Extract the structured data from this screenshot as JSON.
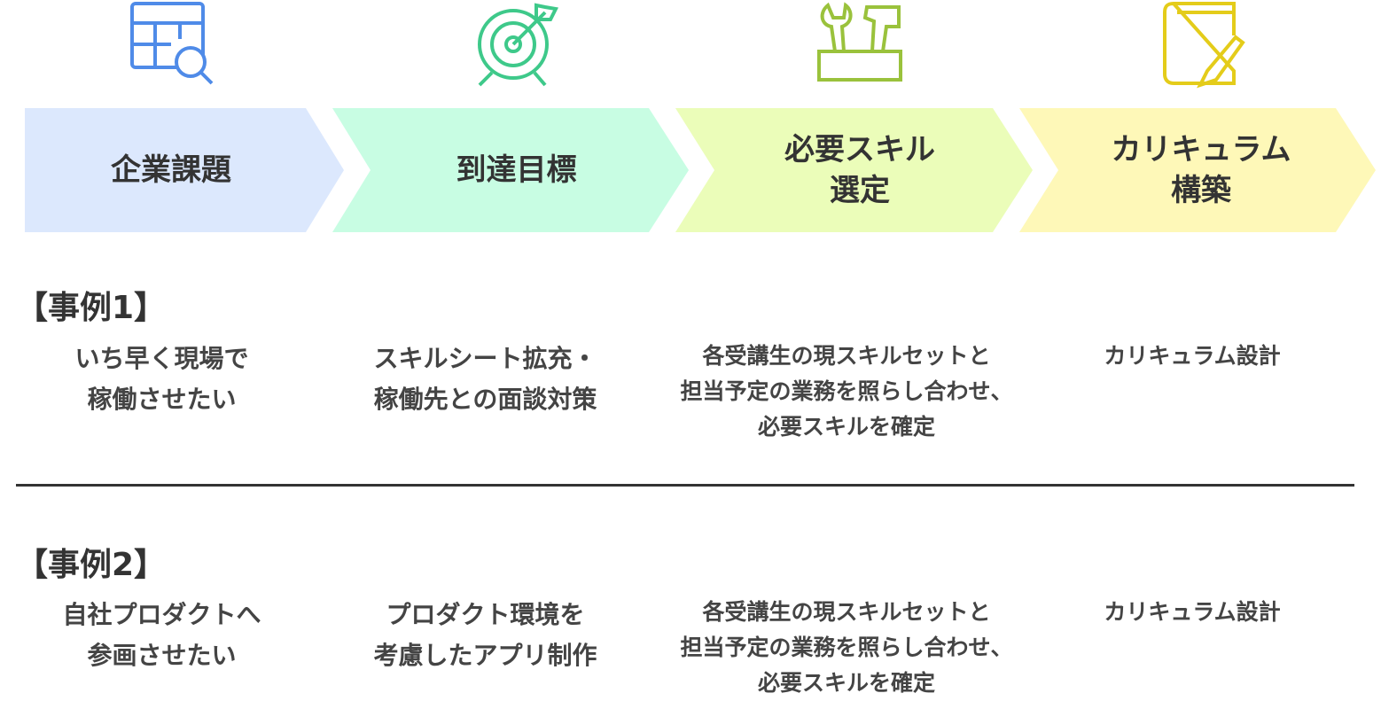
{
  "colors": {
    "step1": "#dce8fd",
    "step2": "#c8fde3",
    "step3": "#ebfdb9",
    "step4": "#fef8b8",
    "icon1": "#4f8be8",
    "icon2": "#3ec98a",
    "icon3": "#9ac23c",
    "icon4": "#e4cc1a"
  },
  "steps": [
    {
      "label": "企業課題",
      "icon": "table-search-icon"
    },
    {
      "label": "到達目標",
      "icon": "target-icon"
    },
    {
      "label": "必要スキル\n選定",
      "icon": "tools-icon"
    },
    {
      "label": "カリキュラム\n構築",
      "icon": "notebook-pencil-icon"
    }
  ],
  "cases": [
    {
      "title": "【事例1】",
      "cells": [
        "いち早く現場で\n稼働させたい",
        "スキルシート拡充・\n稼働先との面談対策",
        "各受講生の現スキルセットと\n担当予定の業務を照らし合わせ、\n必要スキルを確定",
        "カリキュラム設計"
      ]
    },
    {
      "title": "【事例2】",
      "cells": [
        "自社プロダクトへ\n参画させたい",
        "プロダクト環境を\n考慮したアプリ制作",
        "各受講生の現スキルセットと\n担当予定の業務を照らし合わせ、\n必要スキルを確定",
        "カリキュラム設計"
      ]
    }
  ]
}
